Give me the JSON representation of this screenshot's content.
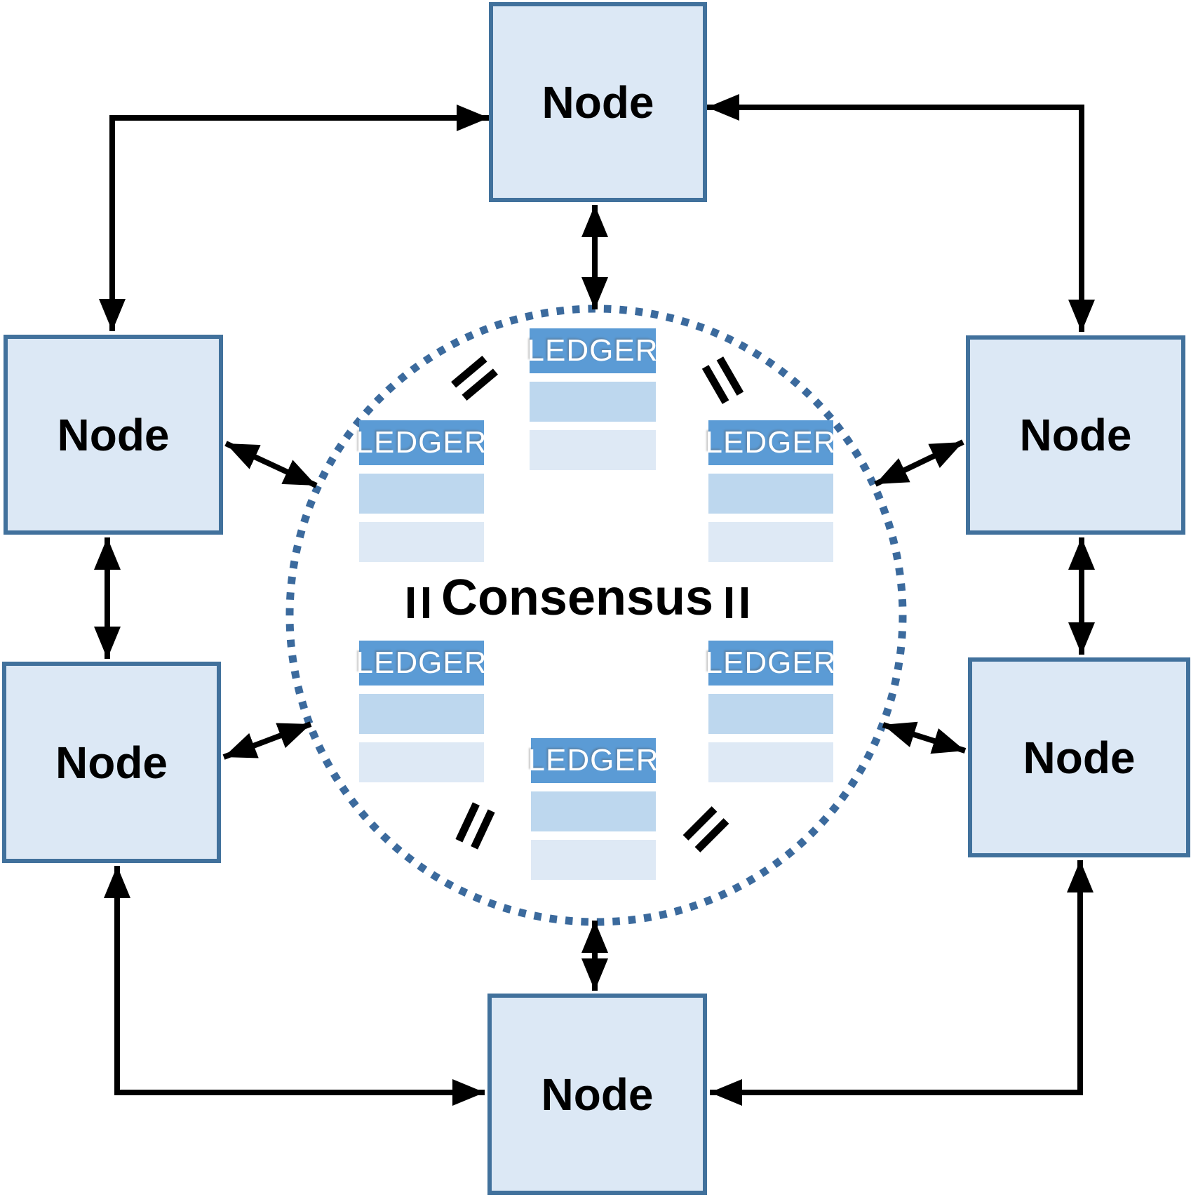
{
  "diagram": {
    "type": "distributed-ledger-consensus-network",
    "center_label": "Consensus"
  },
  "nodes": [
    {
      "id": "top",
      "label": "Node"
    },
    {
      "id": "upper-left",
      "label": "Node"
    },
    {
      "id": "upper-right",
      "label": "Node"
    },
    {
      "id": "lower-left",
      "label": "Node"
    },
    {
      "id": "lower-right",
      "label": "Node"
    },
    {
      "id": "bottom",
      "label": "Node"
    }
  ],
  "consensus": {
    "label": "Consensus"
  },
  "ledgers": [
    {
      "position": "top-center",
      "header": "LEDGER",
      "rows": 2
    },
    {
      "position": "upper-left",
      "header": "LEDGER",
      "rows": 2
    },
    {
      "position": "upper-right",
      "header": "LEDGER",
      "rows": 2
    },
    {
      "position": "lower-left",
      "header": "LEDGER",
      "rows": 2
    },
    {
      "position": "lower-right",
      "header": "LEDGER",
      "rows": 2
    },
    {
      "position": "bottom-center",
      "header": "LEDGER",
      "rows": 2
    }
  ],
  "symbols": {
    "equals_between_ledgers": "=",
    "count_equals_marks": 6
  },
  "colors": {
    "node_fill": "#dce8f5",
    "node_border": "#41719c",
    "ledger_header": "#5b9bd5",
    "ledger_row_mid": "#bdd7ee",
    "ledger_row_light": "#dee9f5",
    "dotted_circle": "#3b6a9d",
    "arrow": "#000000",
    "text": "#000000",
    "ledger_text": "#ffffff"
  }
}
